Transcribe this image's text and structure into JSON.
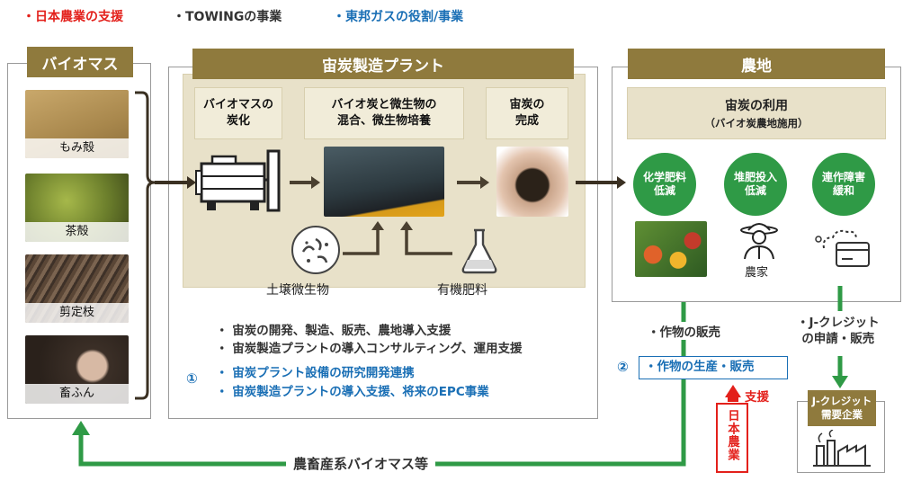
{
  "legend": {
    "item1": "・日本農業の支援",
    "item2": "・TOWINGの事業",
    "item3": "・東邦ガスの役割/事業"
  },
  "biomass": {
    "title": "バイオマス",
    "items": [
      "もみ殻",
      "茶殻",
      "剪定枝",
      "畜ふん"
    ]
  },
  "plant": {
    "title": "宙炭製造プラント",
    "steps": [
      "バイオマスの\n炭化",
      "バイオ炭と微生物の\n混合、微生物培養",
      "宙炭の\n完成"
    ],
    "inputs": [
      "土壌微生物",
      "有機肥料"
    ],
    "towing_bullets": [
      "・ 宙炭の開発、製造、販売、農地導入支援",
      "・ 宙炭製造プラントの導入コンサルティング、運用支援"
    ],
    "toho_marker": "①",
    "toho_bullets": [
      "・ 宙炭プラント設備の研究開発連携",
      "・ 宙炭製造プラントの導入支援、将来のEPC事業"
    ]
  },
  "farm": {
    "title": "農地",
    "usage_title": "宙炭の利用",
    "usage_sub": "（バイオ炭農地施用）",
    "benefits": [
      "化学肥料\n低減",
      "堆肥投入\n低減",
      "連作障害\n緩和"
    ],
    "farmer_label": "農家"
  },
  "flows": {
    "crop_sales": "・作物の販売",
    "toho_marker2": "②",
    "crop_production": "・作物の生産・販売",
    "support_label": "支援",
    "japan_agri_vertical": "日本農業",
    "jcredit": "・J-クレジット\nの申請・販売",
    "jcredit_buyer": "J-クレジット\n需要企業",
    "return_label": "農畜産系バイオマス等"
  },
  "colors": {
    "gold": "#8f7a3d",
    "green": "#2f9a46",
    "red": "#e3201b",
    "blue": "#1a6fb5"
  }
}
